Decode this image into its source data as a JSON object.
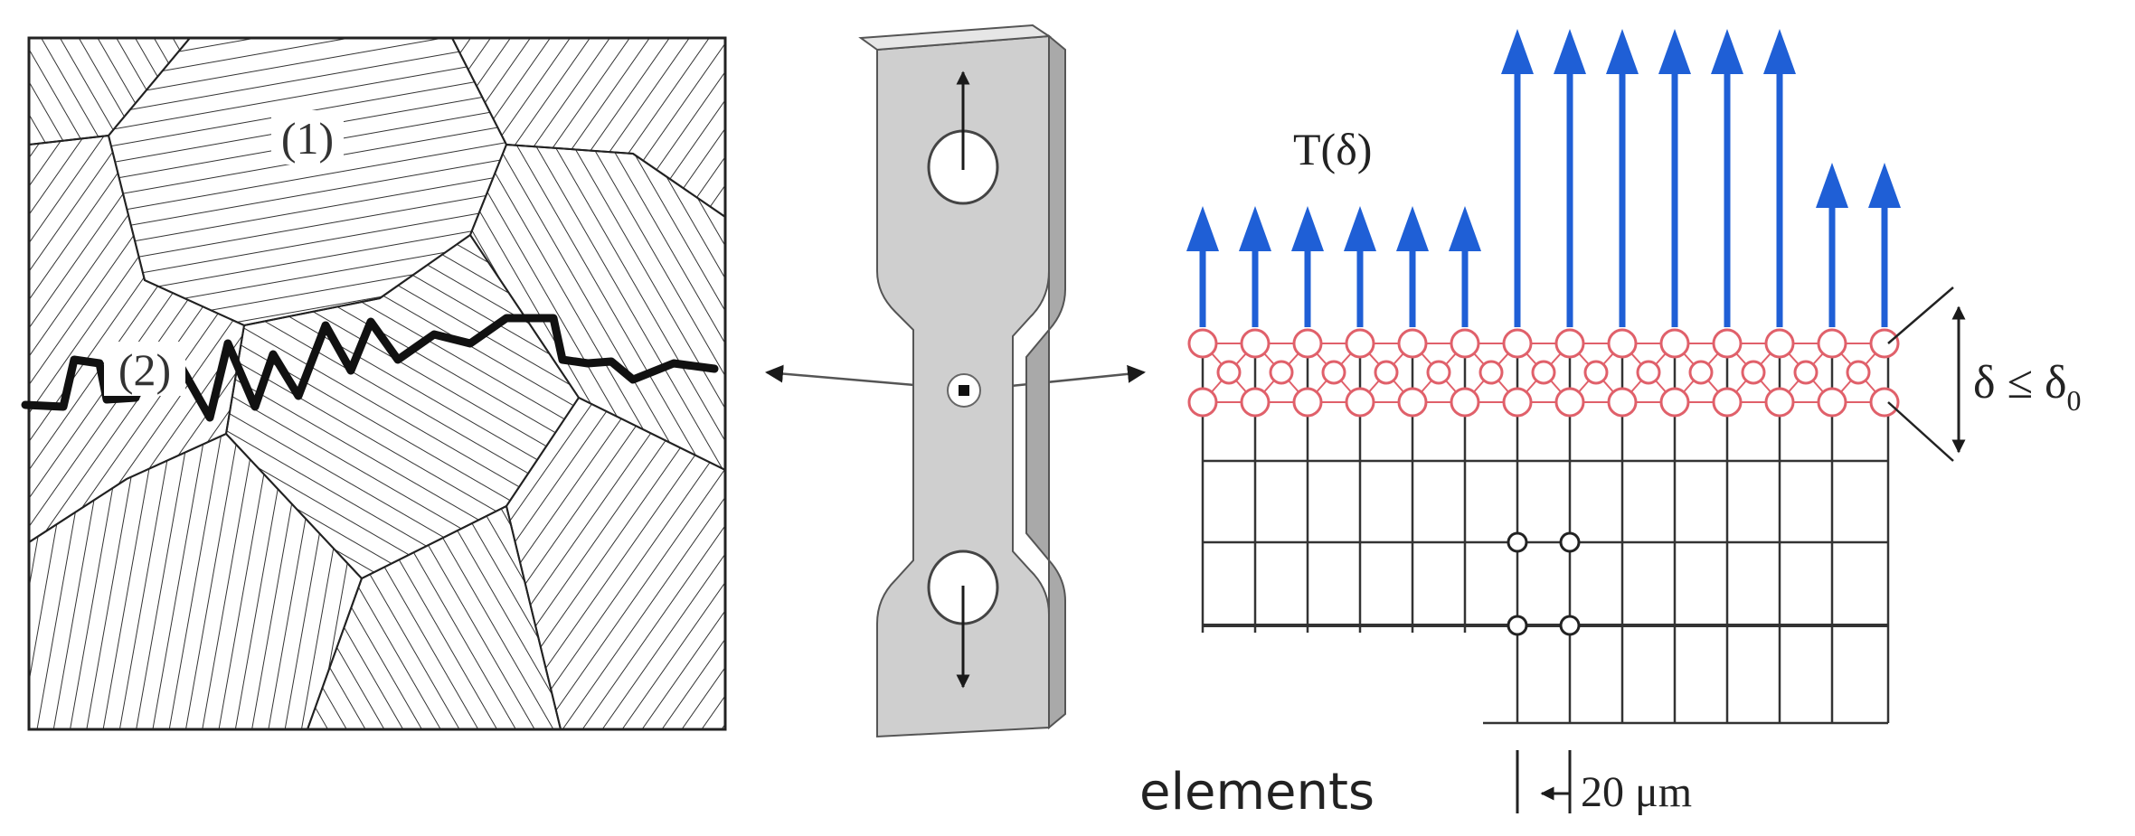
{
  "grain_panel": {
    "grain_1_label": "(1)",
    "grain_2_label": "(2)"
  },
  "cohesive_panel": {
    "traction_label": "T(δ)",
    "separation_label_main": "δ ≤ δ",
    "separation_label_sub": "0",
    "elements_label": "elements",
    "scale_label": "20 μm"
  },
  "colors": {
    "arrow_blue": "#1f5fd6",
    "node_red": "#e0606a",
    "line_black": "#1a1a1a",
    "specimen_gray": "#cfcfcf"
  }
}
